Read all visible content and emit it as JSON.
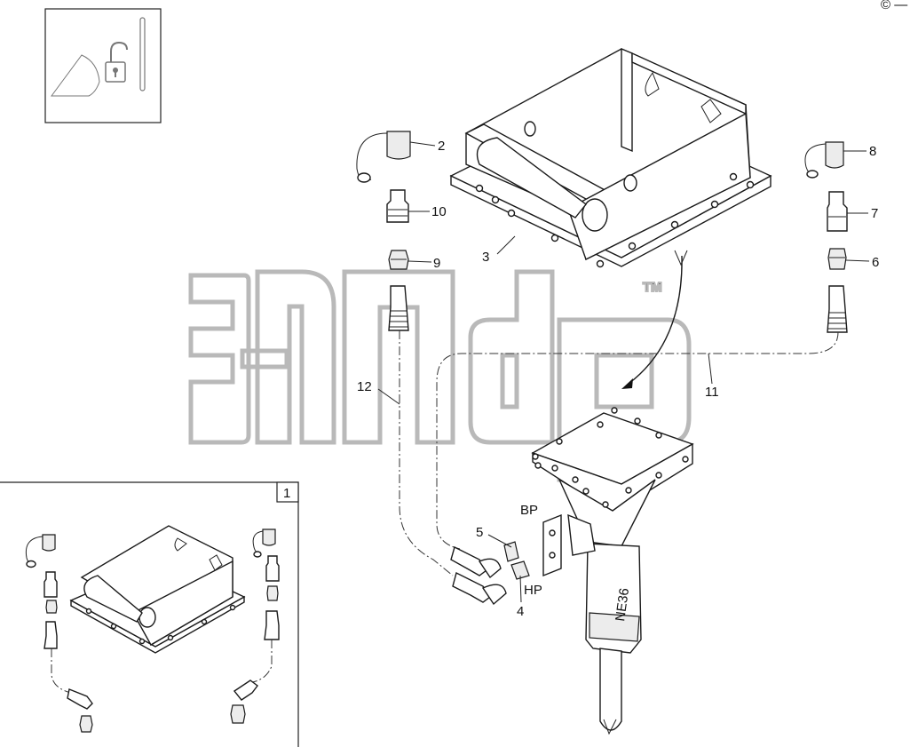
{
  "callouts": {
    "c1": "1",
    "c2": "2",
    "c3": "3",
    "c4": "4",
    "c5": "5",
    "c6": "6",
    "c7": "7",
    "c8": "8",
    "c9": "9",
    "c10": "10",
    "c11": "11",
    "c12": "12"
  },
  "port_labels": {
    "bp": "BP",
    "hp": "HP"
  },
  "model_label": "NE36",
  "watermark": {
    "mark": "TM"
  },
  "header_mark": "© —"
}
